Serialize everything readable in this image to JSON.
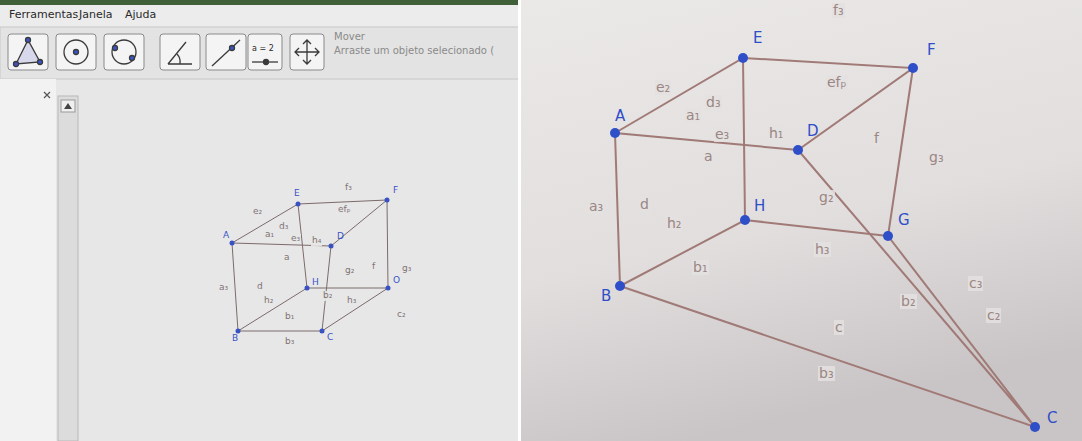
{
  "diagram": {
    "labels": [
      "Ferramentas",
      "Janela",
      "Ajuda",
      "a = 2",
      "Mover",
      "Arraste um objeto selecionado (",
      "E",
      "f₃",
      "F",
      "e₂",
      "efₚ",
      "A",
      "a₁",
      "d₃",
      "e₃",
      "h₄",
      "D",
      "a",
      "f",
      "g₃",
      "a₃",
      "d",
      "h₂",
      "H",
      "b₂",
      "g₂",
      "O",
      "h₃",
      "B",
      "b₁",
      "C",
      "c₂",
      "b₃",
      "E",
      "f₃",
      "e₂",
      "F",
      "efₚ",
      "A",
      "a₁",
      "d₃",
      "e₃",
      "h₁",
      "D",
      "a",
      "f",
      "g₃",
      "a₃",
      "d",
      "H",
      "g₂",
      "G",
      "h₂",
      "h₃",
      "B",
      "b₁",
      "b₂",
      "c₃",
      "c₂",
      "c",
      "b₃",
      "C"
    ]
  }
}
